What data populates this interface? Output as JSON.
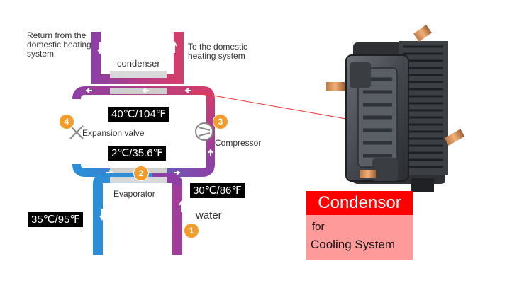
{
  "labels": {
    "return": "Return from the domestic heating system",
    "to_domestic": "To the domestic heating system",
    "condenser": "condenser",
    "expansion_valve": "Expansion valve",
    "compressor": "Compressor",
    "evaporator": "Evaporator",
    "water": "water"
  },
  "temperatures": {
    "t1": "40℃/104℉",
    "t2": "2℃/35.6℉",
    "t3": "30℃/86℉",
    "t4": "35℃/95℉"
  },
  "steps": [
    "1",
    "2",
    "3",
    "4"
  ],
  "callout": {
    "title": "Condensor",
    "line1": "for",
    "line2": "Cooling System"
  },
  "colors": {
    "hot": "#8e3fa6",
    "warm": "#d23d6b",
    "cold": "#2b8ed6",
    "accent": "#f39c2c",
    "callout_red": "#ff0000",
    "callout_pink": "#ff9a9a"
  }
}
